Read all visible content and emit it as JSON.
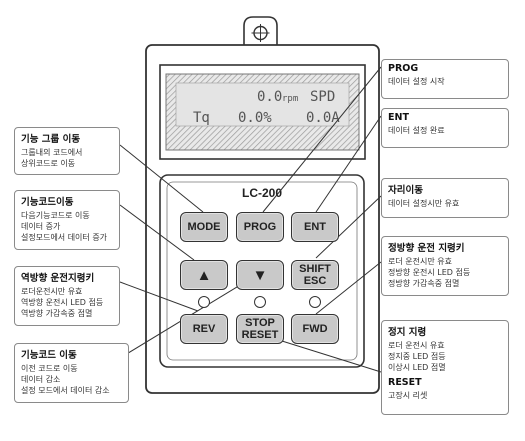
{
  "device": {
    "model": "LC-200",
    "lcd": {
      "row1": {
        "speed": "0.0",
        "unit": "rpm",
        "mode": "SPD"
      },
      "row2": {
        "label": "Tq",
        "percent": "0.0%",
        "value": "0.0A"
      }
    },
    "keys": {
      "mode": "MODE",
      "prog": "PROG",
      "ent": "ENT",
      "up": "▲",
      "down": "▼",
      "shift_line1": "SHIFT",
      "shift_line2": "ESC",
      "rev": "REV",
      "stop_line1": "STOP",
      "stop_line2": "RESET",
      "fwd": "FWD"
    }
  },
  "callouts": {
    "prog": {
      "title": "PROG",
      "lines": [
        "데이터 설정 시작"
      ]
    },
    "ent": {
      "title": "ENT",
      "lines": [
        "데이터 설정 완료"
      ]
    },
    "mode": {
      "title": "기능 그룹 이동",
      "lines": [
        "그룹내의 코드에서",
        "상위코드로 이동"
      ]
    },
    "shift": {
      "title": "자리이동",
      "lines": [
        "데이터 설정시만 유효"
      ]
    },
    "up": {
      "title": "기능코드이동",
      "lines": [
        "다음기능코드로 이동",
        "데이터 증가",
        "설정모드에서 데이터 증가"
      ]
    },
    "fwd": {
      "title": "정방향 운전 지령키",
      "lines": [
        "로더 운전시만 유효",
        "정방향 운전시 LED 점등",
        "정방향 가감속중 점멸"
      ]
    },
    "rev": {
      "title": "역방향 운전지령키",
      "lines": [
        "로더운전시만 유효",
        "역방향 운전시 LED 점등",
        "역방향 가감속중 점멸"
      ]
    },
    "stop": {
      "title": "정지 지령",
      "lines": [
        "로더 운전시 유효",
        "정지중 LED 점등",
        "이상시 LED 점멸"
      ],
      "title2": "RESET",
      "lines2": [
        "고장시 리셋"
      ]
    },
    "down": {
      "title": "기능코드 이동",
      "lines": [
        "이전 코드로 이동",
        "데이터 감소",
        "설정 모드에서 데이터 감소"
      ]
    }
  }
}
